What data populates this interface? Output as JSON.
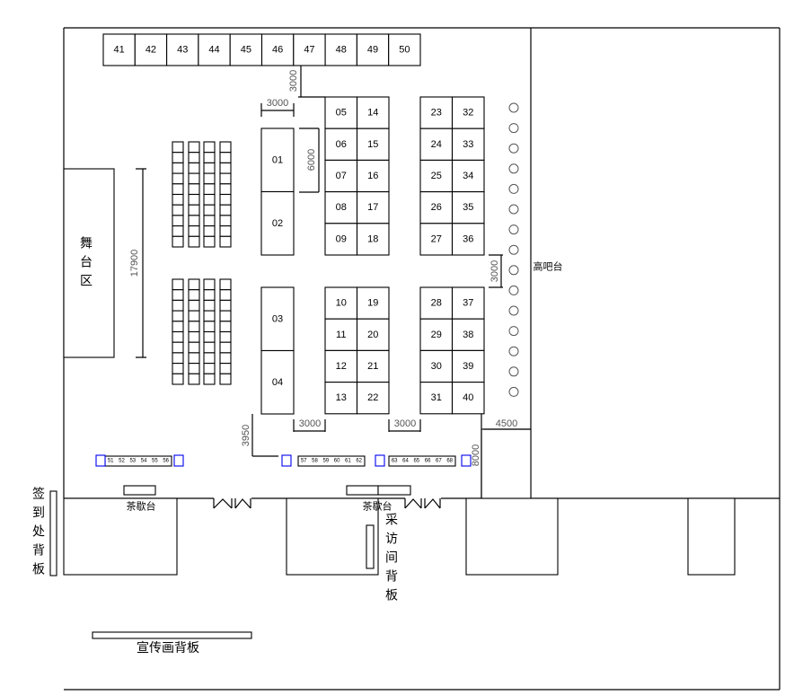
{
  "top_booths": [
    "41",
    "42",
    "43",
    "44",
    "45",
    "46",
    "47",
    "48",
    "49",
    "50"
  ],
  "left_pairs": [
    [
      "01",
      "02"
    ],
    [
      "03",
      "04"
    ]
  ],
  "mid_upper": {
    "left": [
      "05",
      "06",
      "07",
      "08",
      "09"
    ],
    "right": [
      "14",
      "15",
      "16",
      "17",
      "18"
    ]
  },
  "mid_lower": {
    "left": [
      "10",
      "11",
      "12",
      "13"
    ],
    "right": [
      "19",
      "20",
      "21",
      "22"
    ]
  },
  "right_upper": {
    "left": [
      "23",
      "24",
      "25",
      "26",
      "27"
    ],
    "right": [
      "32",
      "33",
      "34",
      "35",
      "36"
    ]
  },
  "right_lower": {
    "left": [
      "28",
      "29",
      "30",
      "31"
    ],
    "right": [
      "37",
      "38",
      "39",
      "40"
    ]
  },
  "small_booths": [
    [
      "51",
      "52",
      "53",
      "54",
      "55",
      "56"
    ],
    [
      "57",
      "58",
      "59",
      "60",
      "61",
      "62"
    ],
    [
      "63",
      "64",
      "65",
      "66",
      "67",
      "68"
    ]
  ],
  "bar_stool_count": 15,
  "labels": {
    "stage": "舞台区",
    "high_bar": "高吧台",
    "tea_break_1": "茶歇台",
    "tea_break_2": "茶歇台",
    "signin_board": "签到处背板",
    "interview_board": "采访间背板",
    "poster_board": "宣传画背板"
  },
  "dimensions": {
    "top_gap": "3000",
    "booth_width": "3000",
    "booth_depth": "6000",
    "stage_length": "17900",
    "right_gap": "3000",
    "bottom_left": "3950",
    "aisle_1": "3000",
    "aisle_2": "3000",
    "bar_width": "4500",
    "bar_length": "8000"
  },
  "colors": {
    "line": "#000000",
    "accent_box": "#0000ee"
  }
}
